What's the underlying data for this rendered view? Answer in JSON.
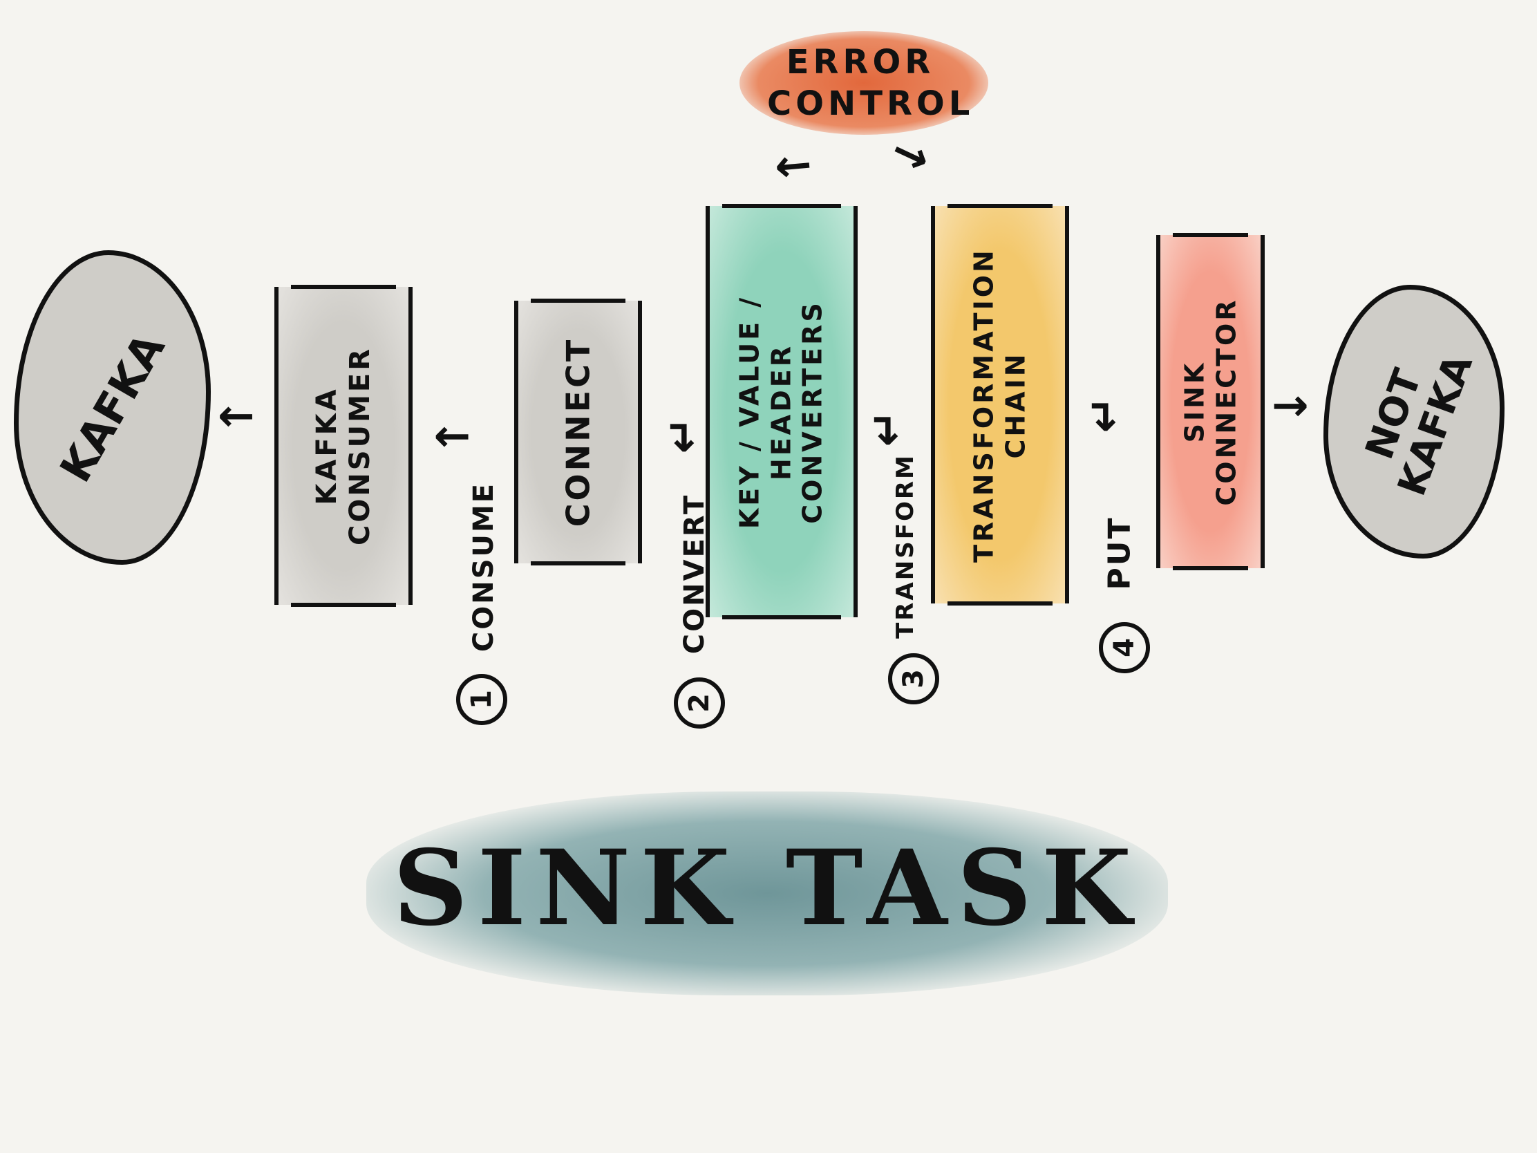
{
  "error_control": {
    "label": "ERROR CONTROL",
    "color": "#e8784f"
  },
  "source": {
    "label": "KAFKA",
    "color": "#cfcdc8"
  },
  "target": {
    "label": "NOT KAFKA",
    "color": "#cfcdc8"
  },
  "boxes": [
    {
      "label": "KAFKA CONSUMER",
      "color": "#d2d0cb"
    },
    {
      "label": "CONNECT",
      "color": "#d2d0cb"
    },
    {
      "label": "KEY / VALUE / HEADER CONVERTERS",
      "color": "#9fd9c4"
    },
    {
      "label": "TRANSFORMATION CHAIN",
      "color": "#f4cf7e"
    },
    {
      "label": "SINK CONNECTOR",
      "color": "#f6ab9a"
    }
  ],
  "steps": [
    {
      "number": "1",
      "label": "CONSUME"
    },
    {
      "number": "2",
      "label": "CONVERT"
    },
    {
      "number": "3",
      "label": "TRANSFORM"
    },
    {
      "number": "4",
      "label": "PUT"
    }
  ],
  "title": {
    "label": "SINK TASK",
    "color": "#7fa3a6"
  }
}
